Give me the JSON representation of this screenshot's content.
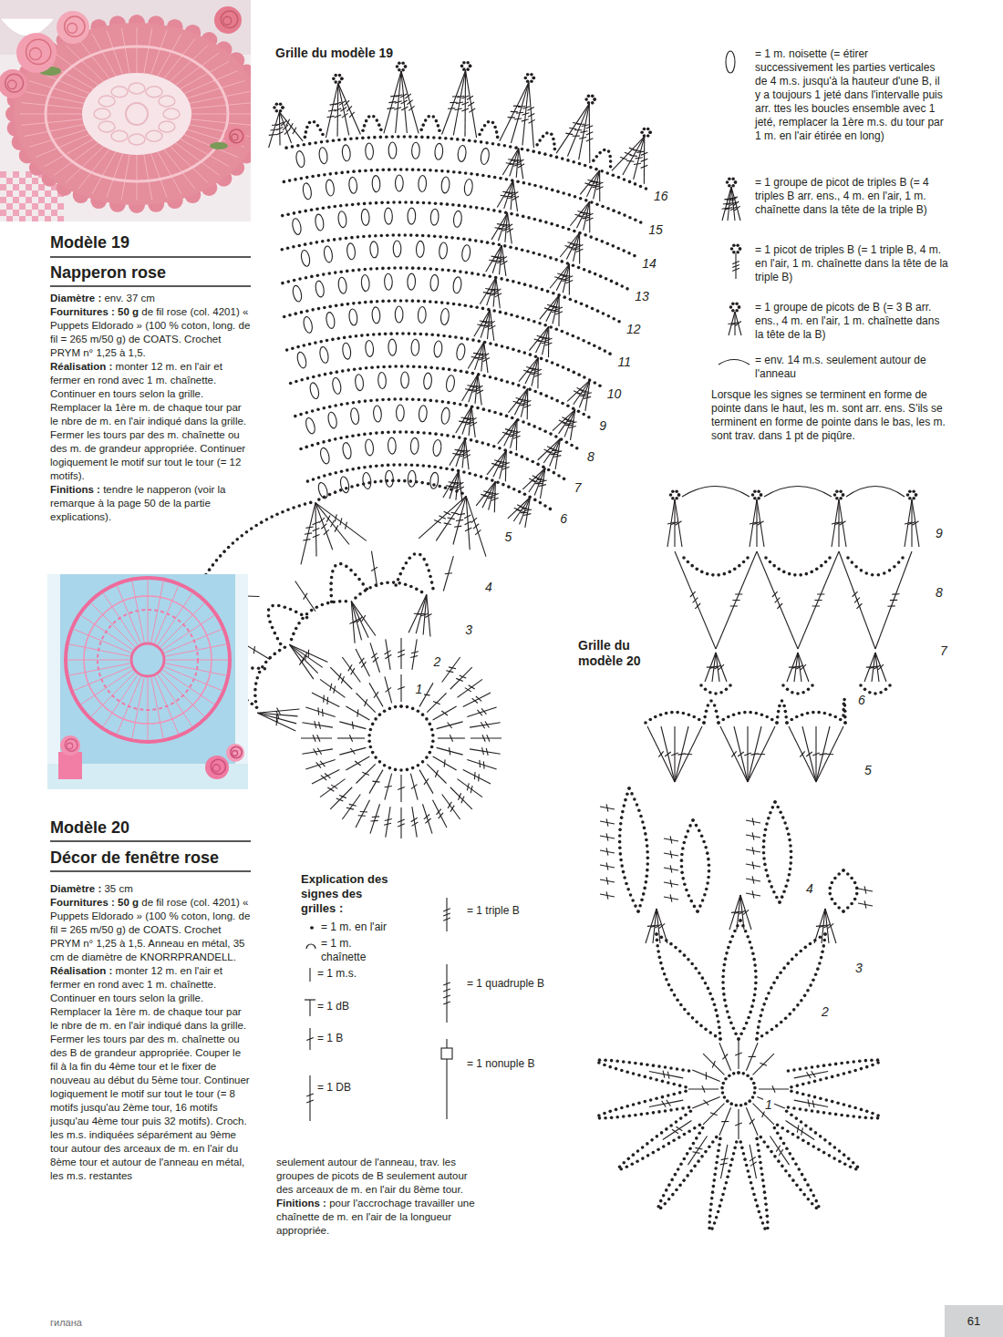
{
  "diagram": {
    "nodes": [
      {
        "text": [
          "61"
        ]
      }
    ],
    "labels": [
      "Grille du modèle 19",
      "Modèle 19",
      "Napperon rose",
      "Diamètre :",
      "env. 37 cm",
      "Fournitures : 50 g",
      "de fil rose (col. 4201) « Puppets Eldorado » (100 % coton, long. de fil = 265 m/50 g) de COATS. Crochet PRYM n° 1,25 à 1,5.",
      "Réalisation :",
      "monter 12 m. en l'air et fermer en rond avec 1 m. chaînette. Continuer en tours selon la grille. Remplacer la 1ère m. de chaque tour par le nbre de m. en l'air indiqué dans la grille. Fermer les tours par des m. chaînette ou des m. de grandeur appropriée. Continuer logiquement le motif sur tout le tour (= 12 motifs).",
      "Finitions :",
      "tendre le napperon (voir la remarque à la page 50 de la partie explications).",
      "Modèle 20",
      "Décor de fenêtre rose",
      "Diamètre :",
      "35 cm",
      "Fournitures : 50 g",
      "de fil rose (col. 4201) « Puppets Eldorado » (100 % coton, long. de fil = 265 m/50 g) de COATS. Crochet PRYM n° 1,25 à 1,5. Anneau en métal, 35 cm de diamètre de KNORRPRANDELL.",
      "Réalisation :",
      "monter 12 m. en l'air et fermer en rond avec 1 m. chaînette. Continuer en tours selon la grille. Remplacer la 1ère m. de chaque tour par le nbre de m. en l'air indiqué dans la grille. Fermer les tours par des m. chaînette ou des B de grandeur appropriée. Couper le fil à la fin du 4ème tour et le fixer de nouveau au début du 5ème tour. Continuer logiquement le motif sur tout le tour (= 8 motifs jusqu'au 2ème tour, 16 motifs jusqu'au 4ème tour puis 32 motifs). Croch. les m.s. indiquées séparément au 9ème tour autour des arceaux de m. en l'air du 8ème tour et autour de l'anneau en métal, les m.s. restantes",
      "seulement autour de l'anneau, trav. les groupes de picots de B seulement autour des arceaux de m. en l'air du 8ème tour.",
      "Finitions :",
      "pour l'accrochage travailler une chaînette de m. en l'air de la longueur appropriée.",
      "Explication des signes des grilles :",
      "Lorsque les signes se terminent en forme de pointe dans le haut, les m. sont arr. ens. S'ils se terminent en forme de pointe dans le bas, les m. sont trav. dans 1 pt de piqûre.",
      "Grille du modèle 20",
      "гилана",
      "1",
      "2",
      "3",
      "4",
      "5",
      "6",
      "7",
      "8",
      "9",
      "10",
      "11",
      "12",
      "13",
      "14",
      "15",
      "16",
      "1",
      "2",
      "3",
      "4",
      "5",
      "6",
      "7",
      "8",
      "9"
    ],
    "legend": [
      {
        "text": "= 1 m. noisette (= étirer successivement les parties verticales de 4 m.s. jusqu'à la hauteur d'une B, il y a toujours 1 jeté dans l'intervalle puis arr. ttes les boucles ensemble avec 1 jeté, remplacer la 1ère m.s. du tour par 1 m. en l'air étirée en long)"
      },
      {
        "text": "= 1 groupe de picot de triples B (= 4 triples B arr. ens., 4 m. en l'air, 1 m. chaînette dans la tête de la triple B)"
      },
      {
        "text": "= 1 picot de triples B (= 1 triple B, 4 m. en l'air, 1 m. chaînette dans la tête de la triple B)"
      },
      {
        "text": "= 1 groupe de picots de B (= 3 B arr. ens., 4 m. en l'air, 1 m. chaînette dans la tête de la B)"
      },
      {
        "text": "= env. 14 m.s. seulement autour de l'anneau"
      },
      {
        "text": "= 1 m. en l'air"
      },
      {
        "text": "= 1 m. chaînette"
      },
      {
        "text": "= 1 m.s."
      },
      {
        "text": "= 1 dB"
      },
      {
        "text": "= 1 B"
      },
      {
        "text": "= 1 DB"
      },
      {
        "text": "= 1 triple B"
      },
      {
        "text": "= 1 quadruple B"
      },
      {
        "text": "= 1 nonuple B"
      }
    ]
  }
}
